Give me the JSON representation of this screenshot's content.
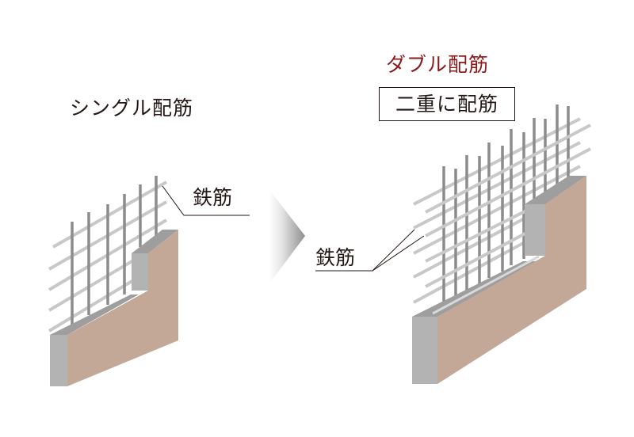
{
  "diagram": {
    "left": {
      "title": "シングル配筋",
      "rebar_label": "鉄筋"
    },
    "arrow": {
      "direction": "right"
    },
    "right": {
      "title": "ダブル配筋",
      "subtitle_box": "二重に配筋",
      "rebar_label": "鉄筋"
    },
    "colors": {
      "title_accent": "#8b1a1a",
      "text": "#231815",
      "wall_face": "#c4a897",
      "wall_side": "#b3b3b3",
      "wall_top": "#9e9e9e",
      "rebar_vertical": "#8c8c8c",
      "rebar_horizontal": "#c8c8c8"
    }
  }
}
